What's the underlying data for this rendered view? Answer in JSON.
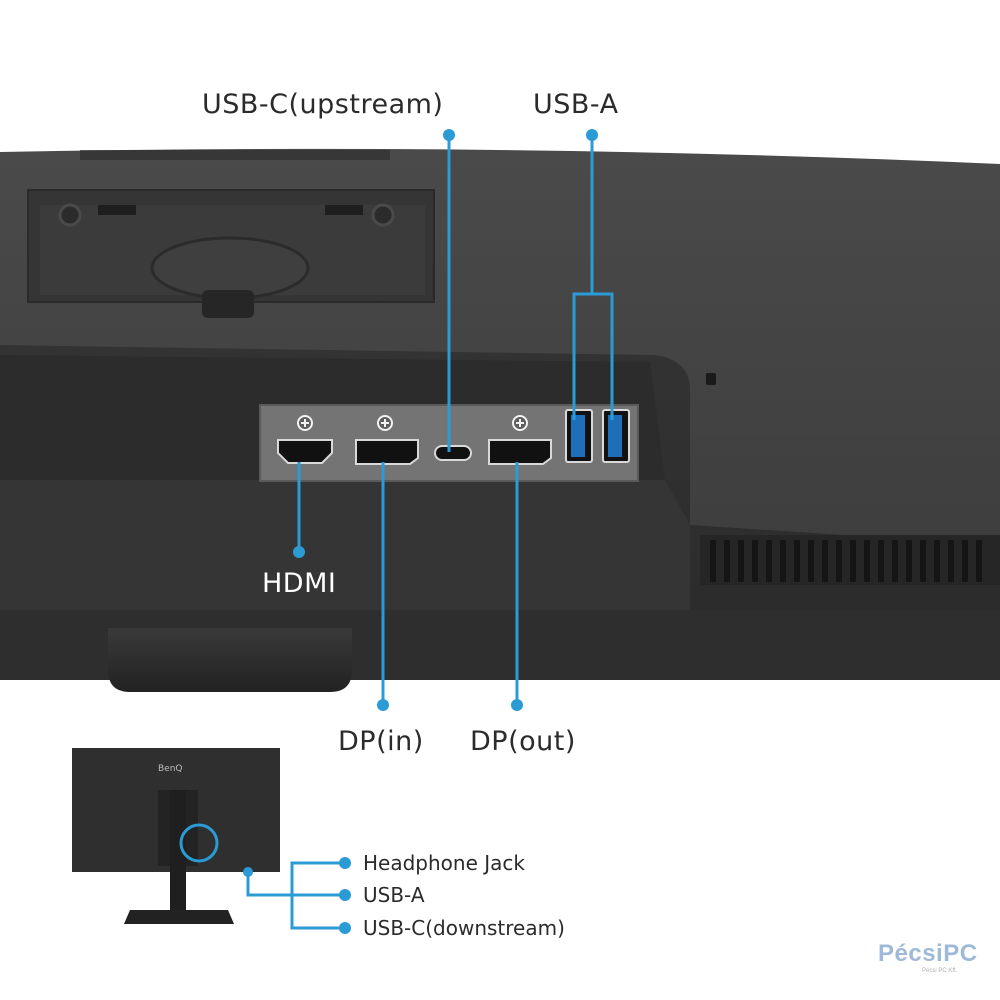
{
  "labels": {
    "usb_c_upstream": "USB-C(upstream)",
    "usb_a_top": "USB-A",
    "hdmi": "HDMI",
    "dp_in": "DP(in)",
    "dp_out": "DP(out)"
  },
  "side_ports": {
    "headphone": "Headphone Jack",
    "usb_a": "USB-A",
    "usb_c_downstream": "USB-C(downstream)"
  },
  "inset_brand": "BenQ",
  "watermark": {
    "main": "PécsiPC",
    "sub": "Pécsi PC Kft."
  },
  "colors": {
    "accent": "#2b9bd6",
    "monitor_dark": "#3c3c3c",
    "port_panel": "#707070",
    "text": "#2b2b2b"
  }
}
